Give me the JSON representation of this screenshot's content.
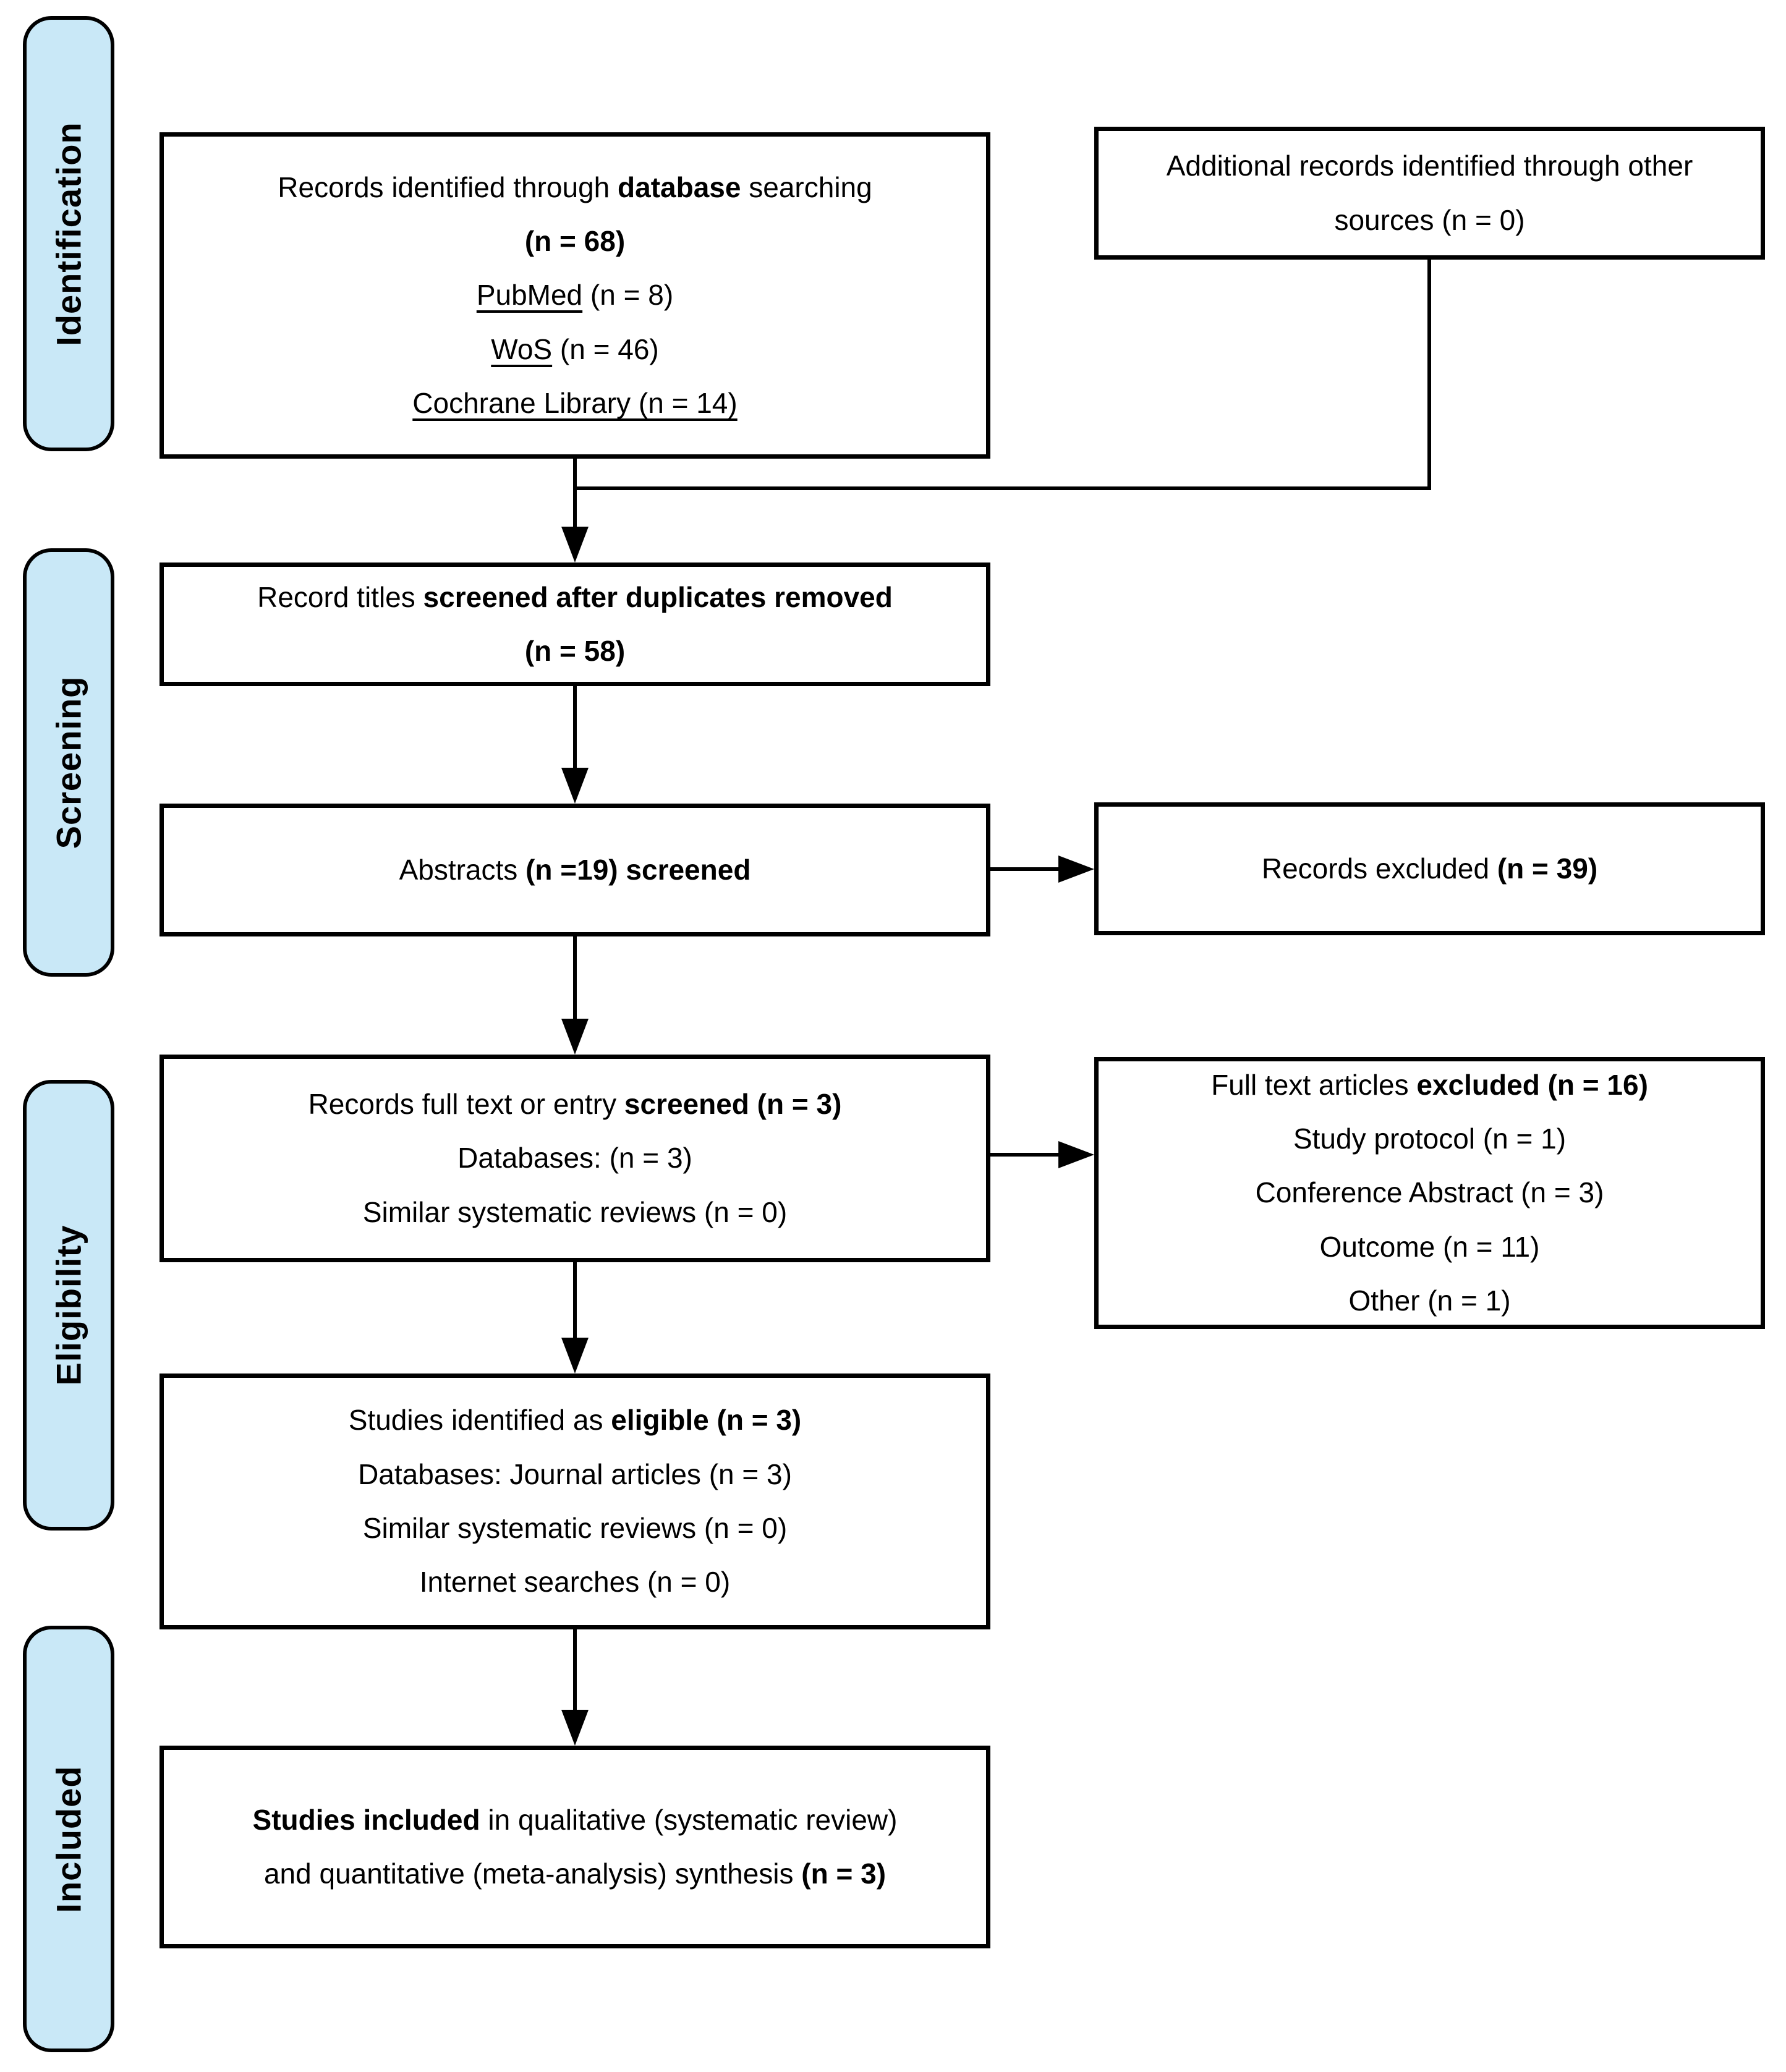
{
  "colors": {
    "stage_fill": "#C9E8F7",
    "border": "#000000",
    "background": "#FFFFFF"
  },
  "stages": {
    "identification": "Identification",
    "screening": "Screening",
    "eligibility": "Eligibility",
    "included": "Included"
  },
  "boxes": {
    "records_identified": {
      "l1a": "Records identified through ",
      "l1b": "database",
      "l1c": " searching",
      "l2": "(n = 68)",
      "l3a": "PubMed",
      "l3b": " (n = 8)",
      "l4a": "WoS",
      "l4b": " (n = 46)",
      "l5": "Cochrane Library (n = 14)"
    },
    "additional_records": {
      "text": "Additional records identified through other sources (n = 0)"
    },
    "titles_screened": {
      "l1a": "Record titles ",
      "l1b": "screened after duplicates removed",
      "l2": "(n = 58)"
    },
    "abstracts_screened": {
      "l1a": "Abstracts ",
      "l1b": "(n =19) screened"
    },
    "records_excluded": {
      "l1a": "Records excluded ",
      "l1b": "(n = 39)"
    },
    "fulltext_screened": {
      "l1a": "Records full text or entry ",
      "l1b": "screened (n = 3)",
      "l2": "Databases: (n = 3)",
      "l3": "Similar systematic reviews (n = 0)"
    },
    "fulltext_excluded": {
      "l1a": "Full text articles ",
      "l1b": "excluded (n = 16)",
      "l2": "Study protocol (n = 1)",
      "l3": "Conference Abstract (n = 3)",
      "l4": "Outcome (n = 11)",
      "l5": "Other (n = 1)"
    },
    "eligible_studies": {
      "l1a": "Studies identified as ",
      "l1b": "eligible (n = 3)",
      "l2": "Databases: Journal articles (n = 3)",
      "l3": "Similar systematic reviews (n = 0)",
      "l4": "Internet searches (n = 0)"
    },
    "included_studies": {
      "l1a": "Studies included",
      "l1b": " in qualitative (systematic review) and quantitative (meta-analysis) synthesis ",
      "l1c": "(n = 3)"
    }
  }
}
